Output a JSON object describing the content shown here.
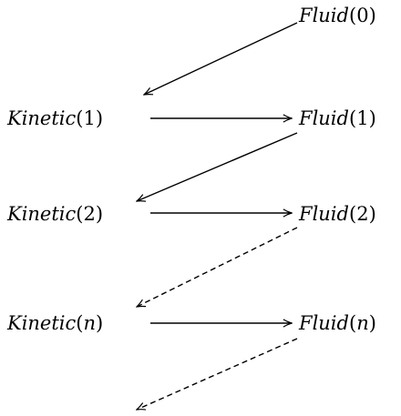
{
  "diagram": {
    "nodes": {
      "fluid_0": {
        "name": "Fluid",
        "arg": "0"
      },
      "kinetic_1": {
        "name": "Kinetic",
        "arg": "1"
      },
      "fluid_1": {
        "name": "Fluid",
        "arg": "1"
      },
      "kinetic_2": {
        "name": "Kinetic",
        "arg": "2"
      },
      "fluid_2": {
        "name": "Fluid",
        "arg": "2"
      },
      "kinetic_n": {
        "name": "Kinetic",
        "arg": "n"
      },
      "fluid_n": {
        "name": "Fluid",
        "arg": "n"
      }
    },
    "edges": [
      {
        "from": "fluid_0",
        "to": "kinetic_1",
        "style": "solid"
      },
      {
        "from": "kinetic_1",
        "to": "fluid_1",
        "style": "solid"
      },
      {
        "from": "fluid_1",
        "to": "kinetic_2",
        "style": "solid"
      },
      {
        "from": "kinetic_2",
        "to": "fluid_2",
        "style": "solid"
      },
      {
        "from": "fluid_2",
        "to": "kinetic_n",
        "style": "dashed"
      },
      {
        "from": "kinetic_n",
        "to": "fluid_n",
        "style": "solid"
      },
      {
        "from": "fluid_n",
        "to": "continuation",
        "style": "dashed"
      }
    ],
    "colors": {
      "ink": "#000000",
      "background": "#ffffff"
    }
  }
}
